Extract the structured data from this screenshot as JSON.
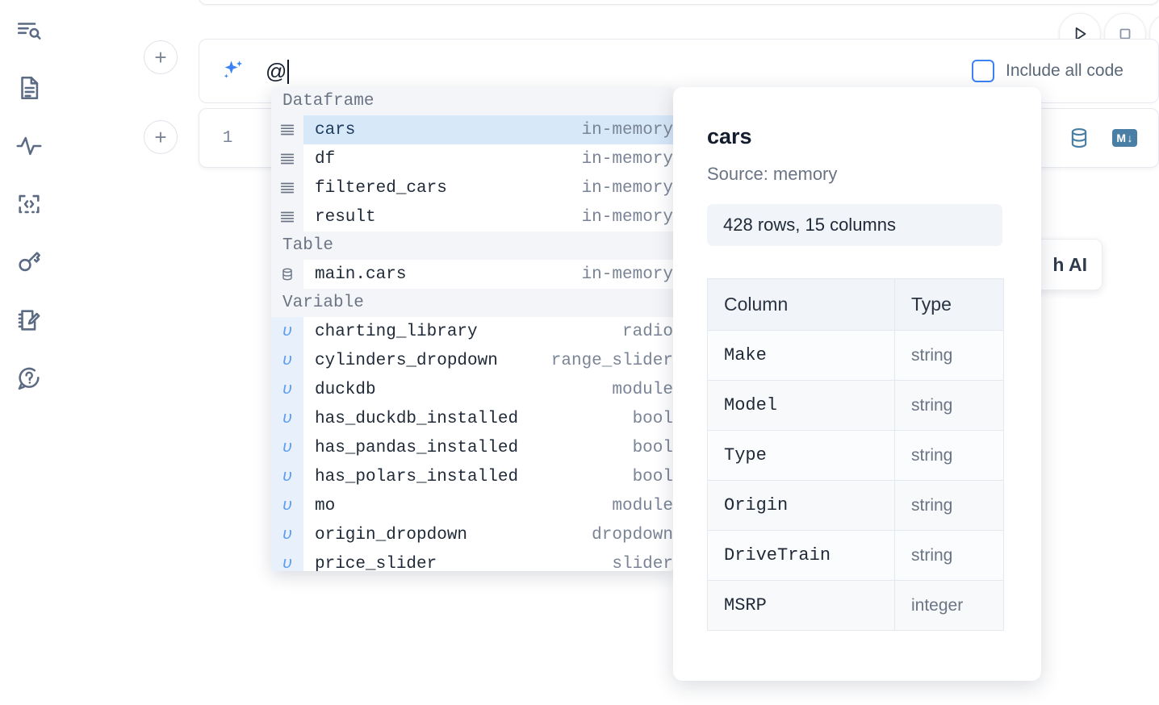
{
  "rail": {
    "items": [
      {
        "name": "explore-icon",
        "label": "Explore"
      },
      {
        "name": "file-icon",
        "label": "Files"
      },
      {
        "name": "activity-icon",
        "label": "Activity"
      },
      {
        "name": "code-icon",
        "label": "Snippets"
      },
      {
        "name": "key-icon",
        "label": "Secrets"
      },
      {
        "name": "notebook-icon",
        "label": "Scratchpad"
      },
      {
        "name": "help-icon",
        "label": "Help"
      }
    ]
  },
  "toolbar": {
    "run_label": "Run",
    "stop_label": "Interrupt",
    "add_cell_label": "+"
  },
  "ai": {
    "input_value": "@",
    "include_all_code_label": "Include all code",
    "chip_label": "h AI"
  },
  "cell": {
    "line_number": "1",
    "database_icon": "database-icon",
    "markdown_icon": "markdown-icon",
    "markdown_label": "M"
  },
  "autocomplete": {
    "sections": [
      {
        "title": "Dataframe",
        "icon": "dataframe-icon",
        "icon_kind": "df",
        "items": [
          {
            "name": "cars",
            "type": "in-memory",
            "selected": true
          },
          {
            "name": "df",
            "type": "in-memory",
            "selected": false
          },
          {
            "name": "filtered_cars",
            "type": "in-memory",
            "selected": false
          },
          {
            "name": "result",
            "type": "in-memory",
            "selected": false
          }
        ]
      },
      {
        "title": "Table",
        "icon": "table-icon",
        "icon_kind": "table",
        "items": [
          {
            "name": "main.cars",
            "type": "in-memory",
            "selected": false
          }
        ]
      },
      {
        "title": "Variable",
        "icon": "variable-icon",
        "icon_kind": "var",
        "items": [
          {
            "name": "charting_library",
            "type": "radio",
            "selected": false
          },
          {
            "name": "cylinders_dropdown",
            "type": "range_slider",
            "selected": false
          },
          {
            "name": "duckdb",
            "type": "module",
            "selected": false
          },
          {
            "name": "has_duckdb_installed",
            "type": "bool",
            "selected": false
          },
          {
            "name": "has_pandas_installed",
            "type": "bool",
            "selected": false
          },
          {
            "name": "has_polars_installed",
            "type": "bool",
            "selected": false
          },
          {
            "name": "mo",
            "type": "module",
            "selected": false
          },
          {
            "name": "origin_dropdown",
            "type": "dropdown",
            "selected": false
          },
          {
            "name": "price_slider",
            "type": "slider",
            "selected": false
          }
        ]
      }
    ]
  },
  "info_panel": {
    "title": "cars",
    "source": "Source: memory",
    "shape": "428 rows, 15 columns",
    "columns_header": "Column",
    "type_header": "Type",
    "rows": [
      {
        "column": "Make",
        "type": "string"
      },
      {
        "column": "Model",
        "type": "string"
      },
      {
        "column": "Type",
        "type": "string"
      },
      {
        "column": "Origin",
        "type": "string"
      },
      {
        "column": "DriveTrain",
        "type": "string"
      },
      {
        "column": "MSRP",
        "type": "integer"
      }
    ]
  },
  "colors": {
    "accent_blue": "#3b82f6",
    "selection_blue": "#d7e8f9",
    "variable_gutter": "#e8f1fb",
    "icon_steel": "#4a7fa5",
    "muted_text": "#7a8496"
  }
}
